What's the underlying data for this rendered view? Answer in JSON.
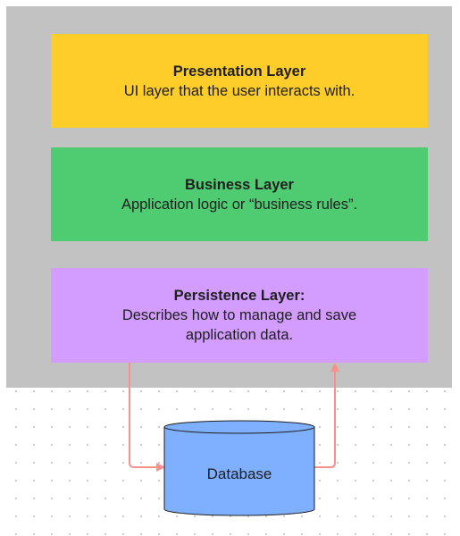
{
  "layers": {
    "presentation": {
      "title": "Presentation Layer",
      "description": "UI layer that the user interacts with.",
      "color": "#ffcd29"
    },
    "business": {
      "title": "Business Layer",
      "description": "Application logic or “business rules”.",
      "color": "#4fcc72"
    },
    "persistence": {
      "title": "Persistence Layer:",
      "description": "Describes how to manage and save application data.",
      "color": "#d39dff"
    }
  },
  "database": {
    "label": "Database",
    "color": "#7eb0ff"
  },
  "colors": {
    "container": "#c2c2c2",
    "arrow": "#f8918c"
  },
  "connections": [
    {
      "from": "persistence-layer",
      "to": "database",
      "label": ""
    },
    {
      "from": "database",
      "to": "persistence-layer",
      "label": ""
    }
  ]
}
